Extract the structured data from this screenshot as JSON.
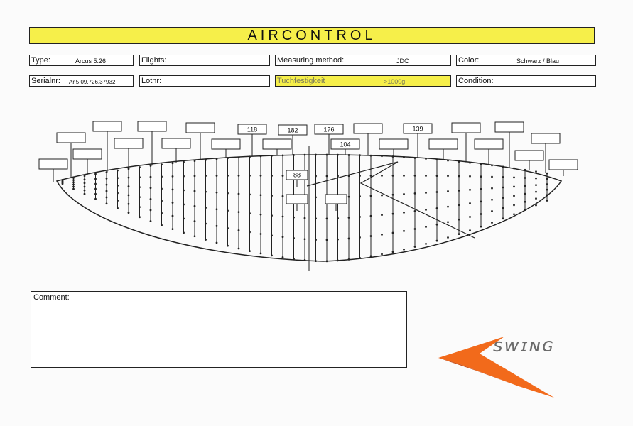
{
  "header": {
    "title": "AIRCONTROL"
  },
  "fields": {
    "type_label": "Type:",
    "type_value": "Arcus 5.26",
    "flights_label": "Flights:",
    "method_label": "Measuring method:",
    "method_value": "JDC",
    "color_label": "Color:",
    "color_value": "Schwarz / Blau",
    "serial_label": "Serialnr:",
    "serial_value": "Ar.5.09.726.37932",
    "lotnr_label": "Lotnr:",
    "tuch_label": "Tuchfestigkeit",
    "tuch_value": ">1000g",
    "condition_label": "Condition:"
  },
  "measurements": {
    "m118": "118",
    "m182": "182",
    "m176": "176",
    "m104": "104",
    "m139": "139",
    "m88": "88"
  },
  "comment": {
    "label": "Comment:"
  },
  "logo": {
    "text": "SWING",
    "accent_color": "#f26a1b"
  }
}
